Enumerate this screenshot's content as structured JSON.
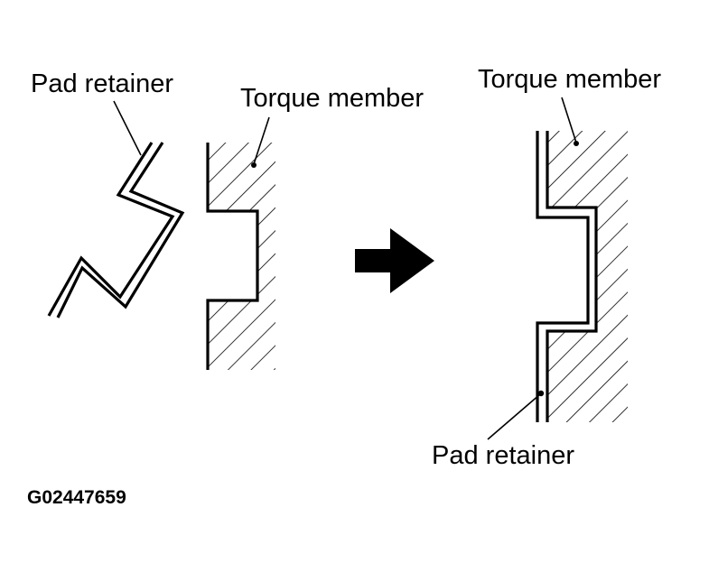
{
  "diagram": {
    "labels": {
      "left_pad_retainer": "Pad retainer",
      "left_torque_member": "Torque member",
      "right_torque_member": "Torque member",
      "right_pad_retainer": "Pad retainer"
    },
    "figure_code": "G02447659",
    "colors": {
      "ink": "#000000",
      "background": "#ffffff"
    }
  }
}
